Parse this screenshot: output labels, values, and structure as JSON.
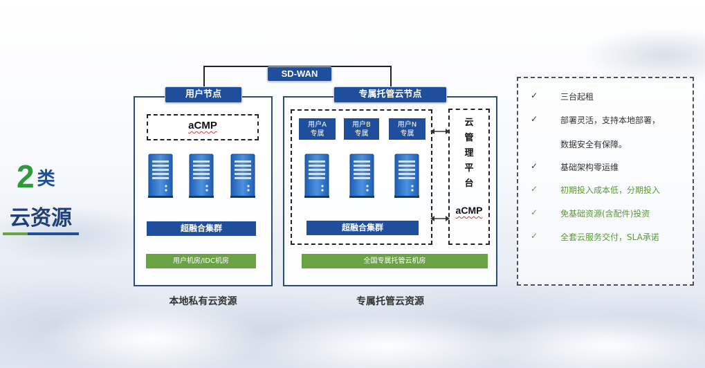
{
  "left_label": {
    "number": "2",
    "unit": "类",
    "title": "云资源"
  },
  "sdwan": {
    "label": "SD-WAN"
  },
  "local_panel": {
    "node_label": "用户节点",
    "acmp": "aCMP",
    "cluster": "超融合集群",
    "room": "用户机房/IDC机房",
    "caption": "本地私有云资源"
  },
  "hosted_panel": {
    "node_label": "专属托管云节点",
    "tenants": [
      {
        "line1": "用户A",
        "line2": "专属"
      },
      {
        "line1": "用户B",
        "line2": "专属"
      },
      {
        "line1": "用户N",
        "line2": "专属"
      }
    ],
    "cluster": "超融合集群",
    "room": "全国专属托管云机房",
    "caption": "专属托管云资源",
    "platform_vertical": [
      "云",
      "管",
      "理",
      "平",
      "台"
    ],
    "platform_acmp": "aCMP"
  },
  "benefits": [
    {
      "check": "✓",
      "text": "三台起租",
      "color": "#333333"
    },
    {
      "check": "✓",
      "text": "部署灵活，支持本地部署，",
      "color": "#333333"
    },
    {
      "check": "",
      "text": "数据安全有保障。",
      "color": "#333333"
    },
    {
      "check": "✓",
      "text": "基础架构零运维",
      "color": "#333333"
    },
    {
      "check": "✓",
      "text": "初期投入成本低，分期投入",
      "color": "#5a9a32"
    },
    {
      "check": "✓",
      "text": "免基础资源(含配件)投资",
      "color": "#5a9a32"
    },
    {
      "check": "✓",
      "text": "全套云服务交付，SLA承诺",
      "color": "#5a9a32"
    }
  ],
  "colors": {
    "brand_blue": "#1f4e9c",
    "brand_green": "#6aa343",
    "accent_green": "#2e9a3a"
  }
}
